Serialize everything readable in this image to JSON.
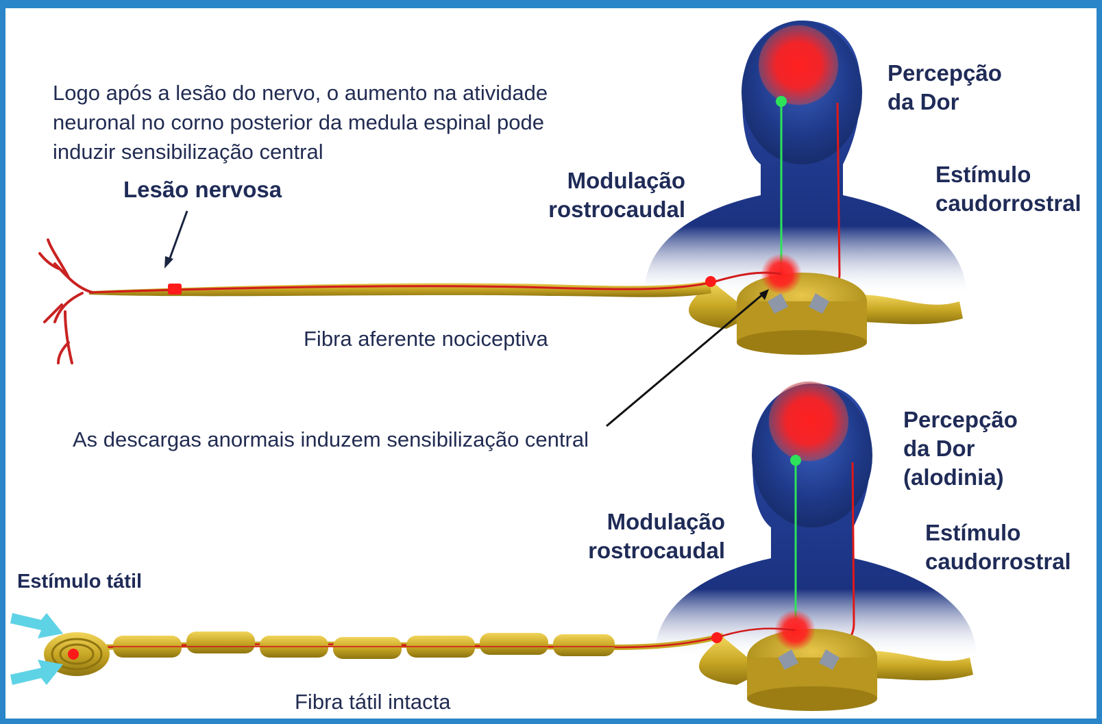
{
  "intro_text": [
    "Logo após a lesão do nervo, o aumento na atividade",
    "neuronal no corno posterior da medula espinal pode",
    "induzir sensibilização central"
  ],
  "top_diagram": {
    "lesion_label": "Lesão nervosa",
    "modulation_label": [
      "Modulação",
      "rostrocaudal"
    ],
    "perception_label": [
      "Percepção",
      "da Dor"
    ],
    "stimulus_label": [
      "Estímulo",
      "caudorrostral"
    ],
    "fiber_label": "Fibra aferente nociceptiva"
  },
  "central_note": "As descargas anormais induzem sensibilização central",
  "bottom_diagram": {
    "tactile_label": "Estímulo tátil",
    "modulation_label": [
      "Modulação",
      "rostrocaudal"
    ],
    "perception_label": [
      "Percepção",
      "da Dor",
      "(alodinia)"
    ],
    "stimulus_label": [
      "Estímulo",
      "caudorrostral"
    ],
    "fiber_label": "Fibra tátil intacta"
  },
  "colors": {
    "frame": "#2a86c8",
    "text": "#1f2b57",
    "head": "#1f3a8a",
    "nerve": "#c9a825",
    "pain": "#ff1a1a",
    "descending_pathway": "#2ee35a",
    "tactile_arrow": "#5fd3e6"
  }
}
